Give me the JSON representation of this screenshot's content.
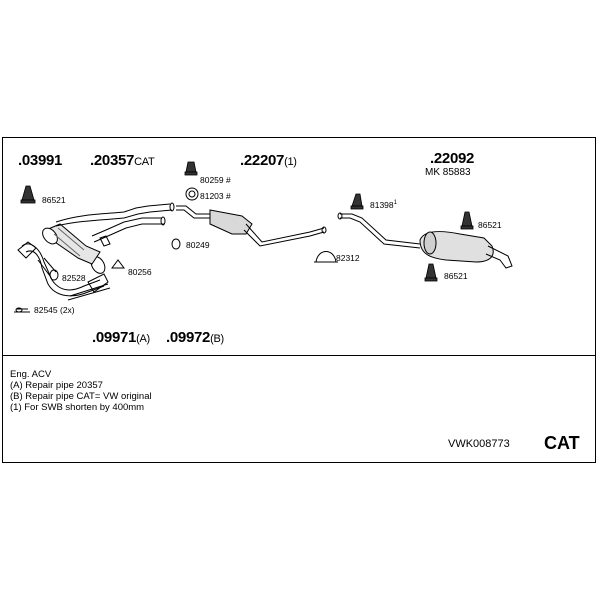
{
  "groups": {
    "g1": {
      "code": ".03991",
      "suffix": ""
    },
    "g2": {
      "code": ".20357",
      "suffix": "CAT"
    },
    "g3": {
      "code": ".22207",
      "suffix": "(1)"
    },
    "g4": {
      "code": ".22092",
      "suffix": ""
    },
    "g5": {
      "code": ".09971",
      "suffix": "(A)"
    },
    "g6": {
      "code": ".09972",
      "suffix": "(B)"
    }
  },
  "mk_label": "MK 85883",
  "parts": {
    "p86521_left": "86521",
    "p82528": "82528",
    "p80256": "80256",
    "p82545": "82545 (2x)",
    "p80259": "80259 #",
    "p81203": "81203 #",
    "p80249": "80249",
    "p82312": "82312",
    "p81398": "81398",
    "p81398_sup": "1",
    "p86521_top": "86521",
    "p86521_bottom": "86521"
  },
  "notes": [
    "Eng. ACV",
    "(A) Repair pipe 20357",
    "(B) Repair pipe CAT= VW original",
    "(1) For SWB shorten by 400mm"
  ],
  "reference": "VWK008773",
  "badge": "CAT"
}
